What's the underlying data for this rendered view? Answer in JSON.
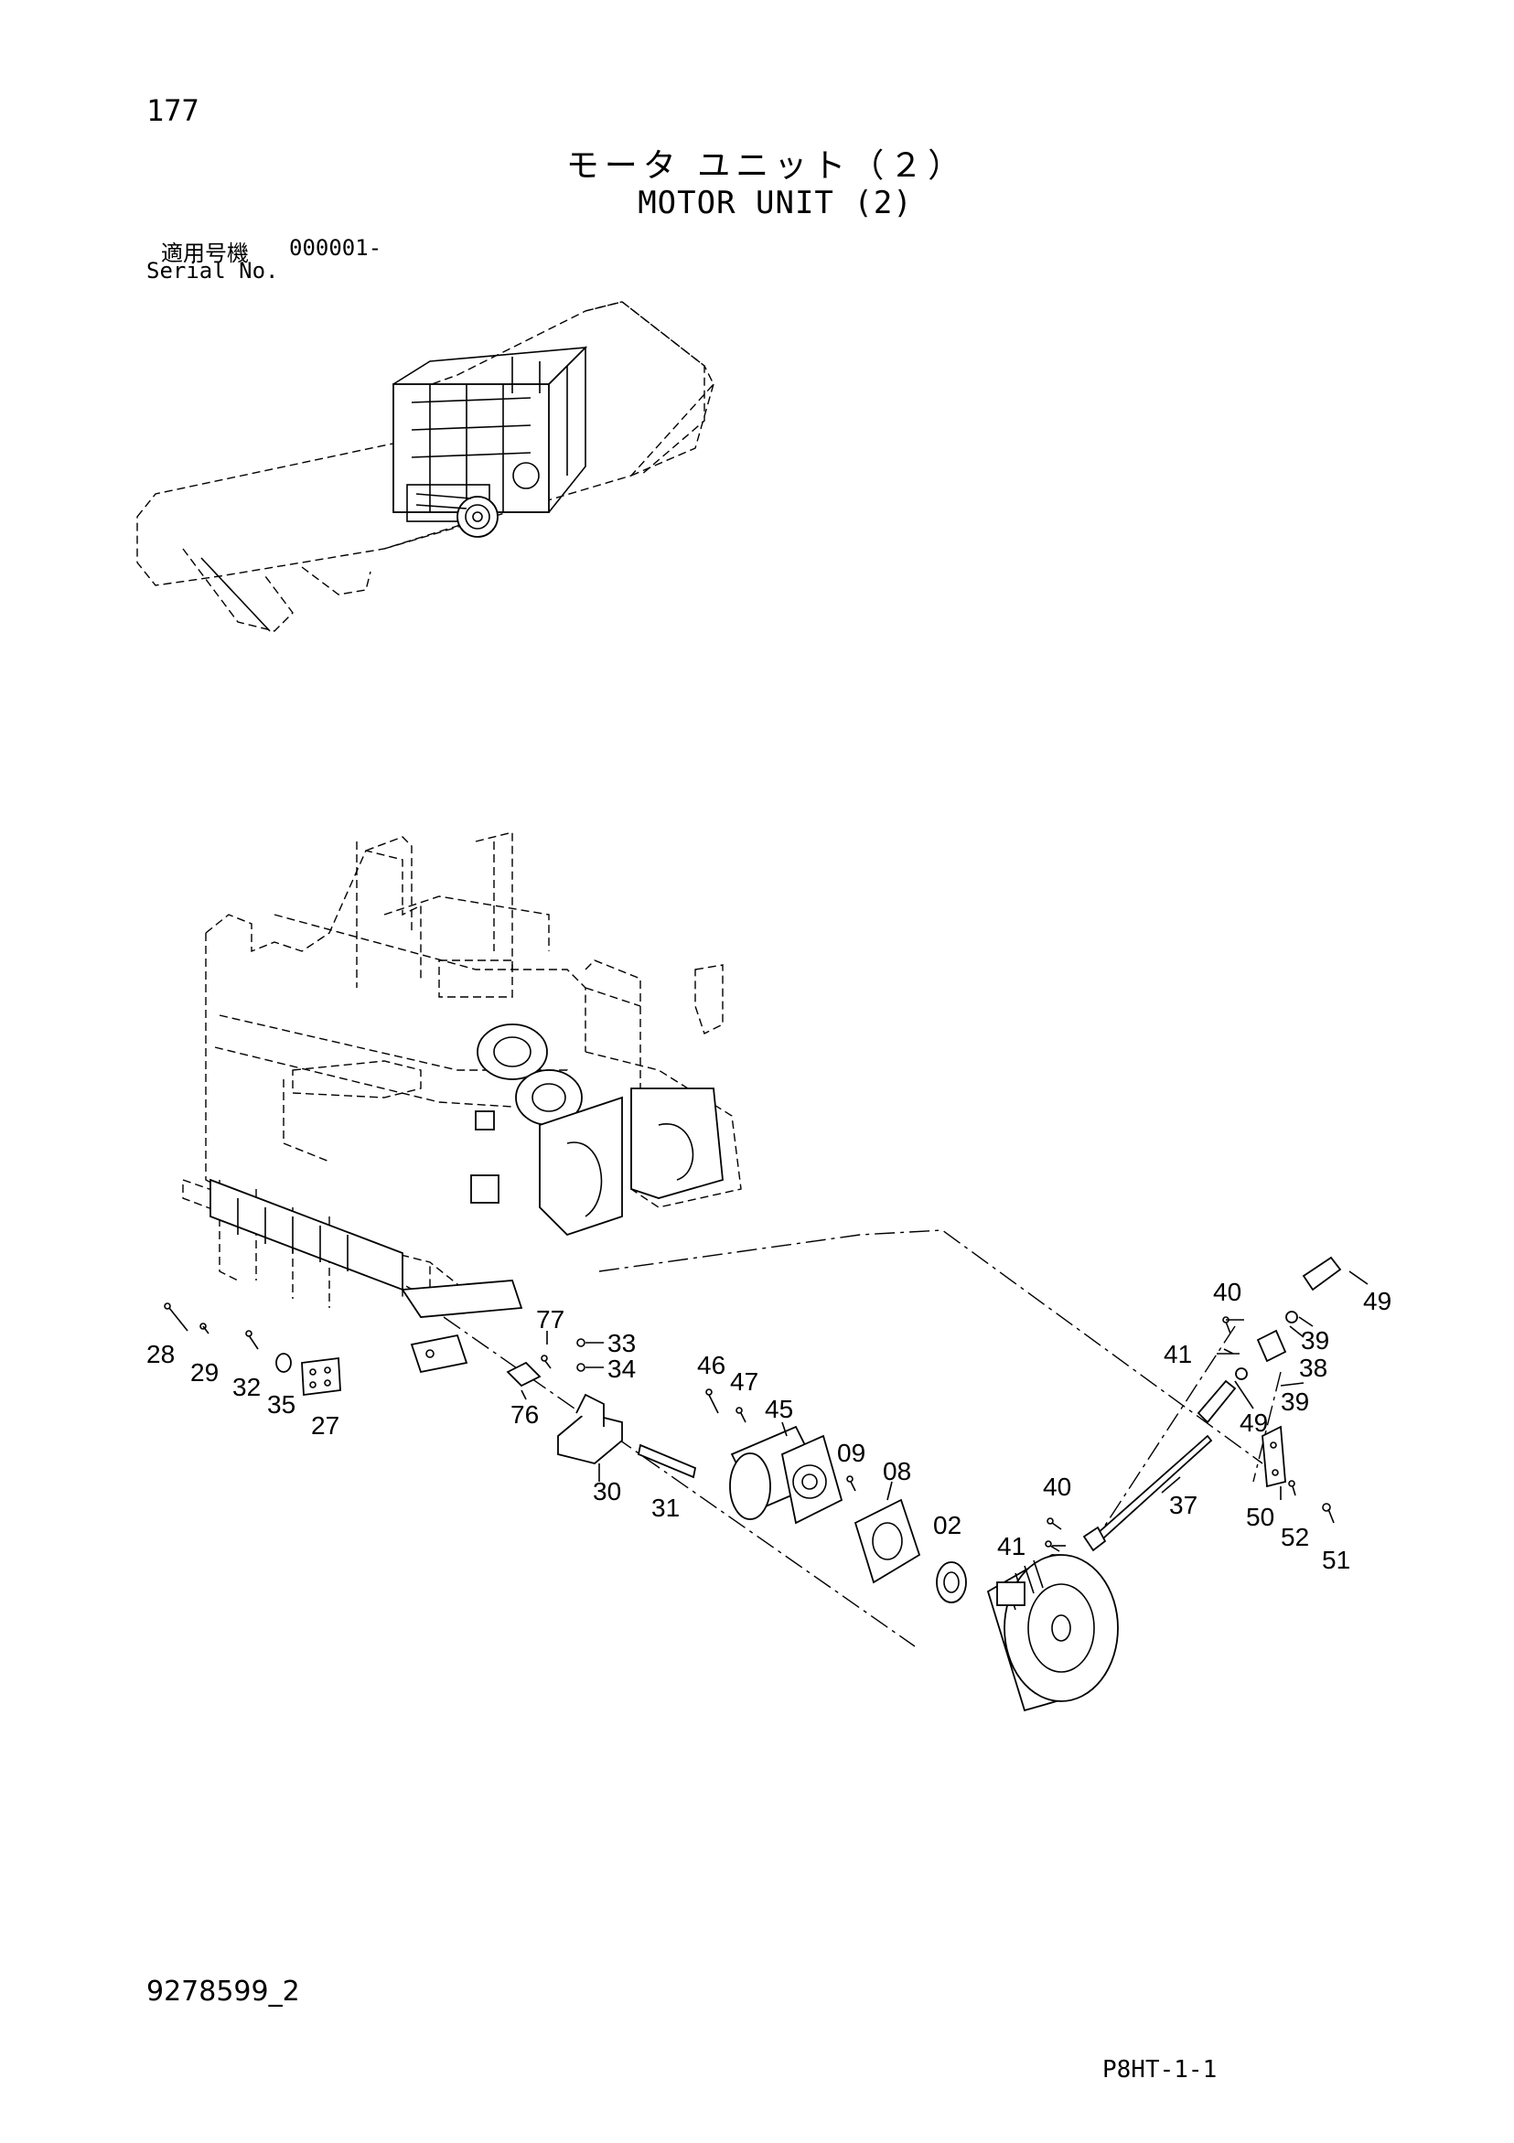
{
  "header": {
    "page_number": "177",
    "title_jp": "モータ ユニット（２）",
    "title_en": "MOTOR UNIT (2)",
    "serial_label_jp": "適用号機",
    "serial_value": "000001-",
    "serial_label_en": "Serial No."
  },
  "footer": {
    "document_id": "9278599_2",
    "page_code": "P8HT-1-1"
  },
  "callouts": {
    "c28": "28",
    "c29": "29",
    "c32": "32",
    "c35": "35",
    "c27": "27",
    "c77": "77",
    "c76": "76",
    "c33": "33",
    "c34": "34",
    "c30": "30",
    "c31": "31",
    "c46": "46",
    "c47": "47",
    "c45": "45",
    "c09": "09",
    "c08": "08",
    "c02": "02",
    "c40a": "40",
    "c41a": "41",
    "c37": "37",
    "c40b": "40",
    "c41b": "41",
    "c49a": "49",
    "c39a": "39",
    "c38": "38",
    "c39b": "39",
    "c49b": "49",
    "c50": "50",
    "c52": "52",
    "c51": "51"
  }
}
